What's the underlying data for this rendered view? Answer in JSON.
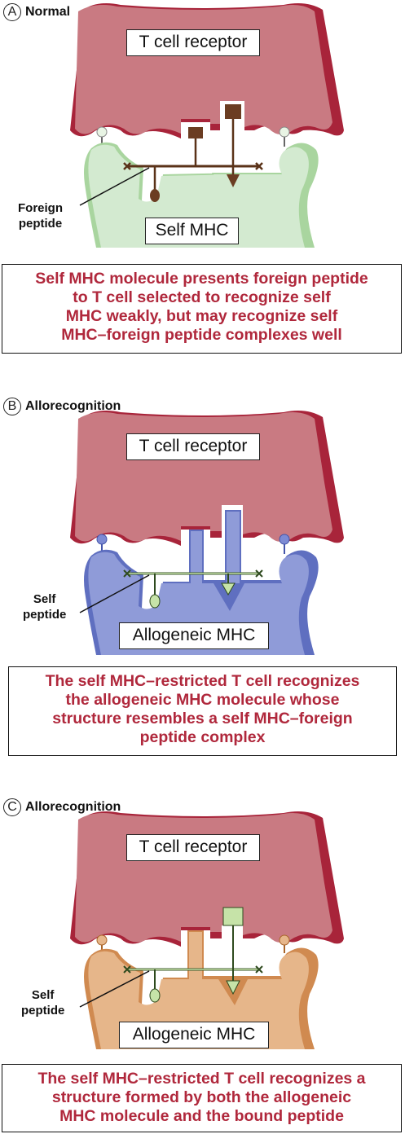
{
  "panels": [
    {
      "letter": "A",
      "title": "Normal",
      "receptor_label": "T cell receptor",
      "mhc_label": "Self MHC",
      "peptide_label": "Foreign peptide",
      "peptide_label_lines": [
        "Foreign",
        "peptide"
      ],
      "caption": "Self MHC molecule presents foreign peptide to T cell selected to recognize self MHC weakly, but may recognize self MHC–foreign peptide complexes well",
      "caption_lines": [
        "Self MHC molecule presents foreign peptide",
        "to T cell selected to recognize self",
        "MHC weakly, but may recognize self",
        "MHC–foreign peptide complexes well"
      ],
      "colors": {
        "mhc_fill": "#d3ead0",
        "mhc_edge": "#a9d59f",
        "peptide": "#5a3218",
        "pocket_fill": "#6b3d22"
      }
    },
    {
      "letter": "B",
      "title": "Allorecognition",
      "receptor_label": "T cell receptor",
      "mhc_label": "Allogeneic MHC",
      "peptide_label": "Self peptide",
      "peptide_label_lines": [
        "Self",
        "peptide"
      ],
      "caption": "The self MHC–restricted T cell recognizes the allogeneic MHC molecule whose structure resembles a self MHC–foreign peptide complex",
      "caption_lines": [
        "The self MHC–restricted T cell recognizes",
        "the allogeneic MHC molecule whose",
        "structure resembles a self MHC–foreign",
        "peptide complex"
      ],
      "colors": {
        "mhc_fill": "#8f9bd8",
        "mhc_edge": "#5f6fc0",
        "peptide": "#2e4a1e",
        "pocket_fill": "#c6e3a8"
      }
    },
    {
      "letter": "C",
      "title": "Allorecognition",
      "receptor_label": "T cell receptor",
      "mhc_label": "Allogeneic MHC",
      "peptide_label": "Self peptide",
      "peptide_label_lines": [
        "Self",
        "peptide"
      ],
      "caption": "The self MHC–restricted T cell recognizes a structure formed by both the allogeneic MHC molecule and the bound peptide",
      "caption_lines": [
        "The self MHC–restricted T cell recognizes a",
        "structure formed by both the allogeneic",
        "MHC molecule and the bound peptide"
      ],
      "colors": {
        "mhc_fill": "#e6b68a",
        "mhc_edge": "#d08a50",
        "peptide": "#2e4a1e",
        "pocket_fill": "#c6e3a8"
      }
    }
  ],
  "colors": {
    "tcr_fill": "#c97a82",
    "tcr_edge": "#a8243a",
    "caption_text": "#b0283c"
  }
}
